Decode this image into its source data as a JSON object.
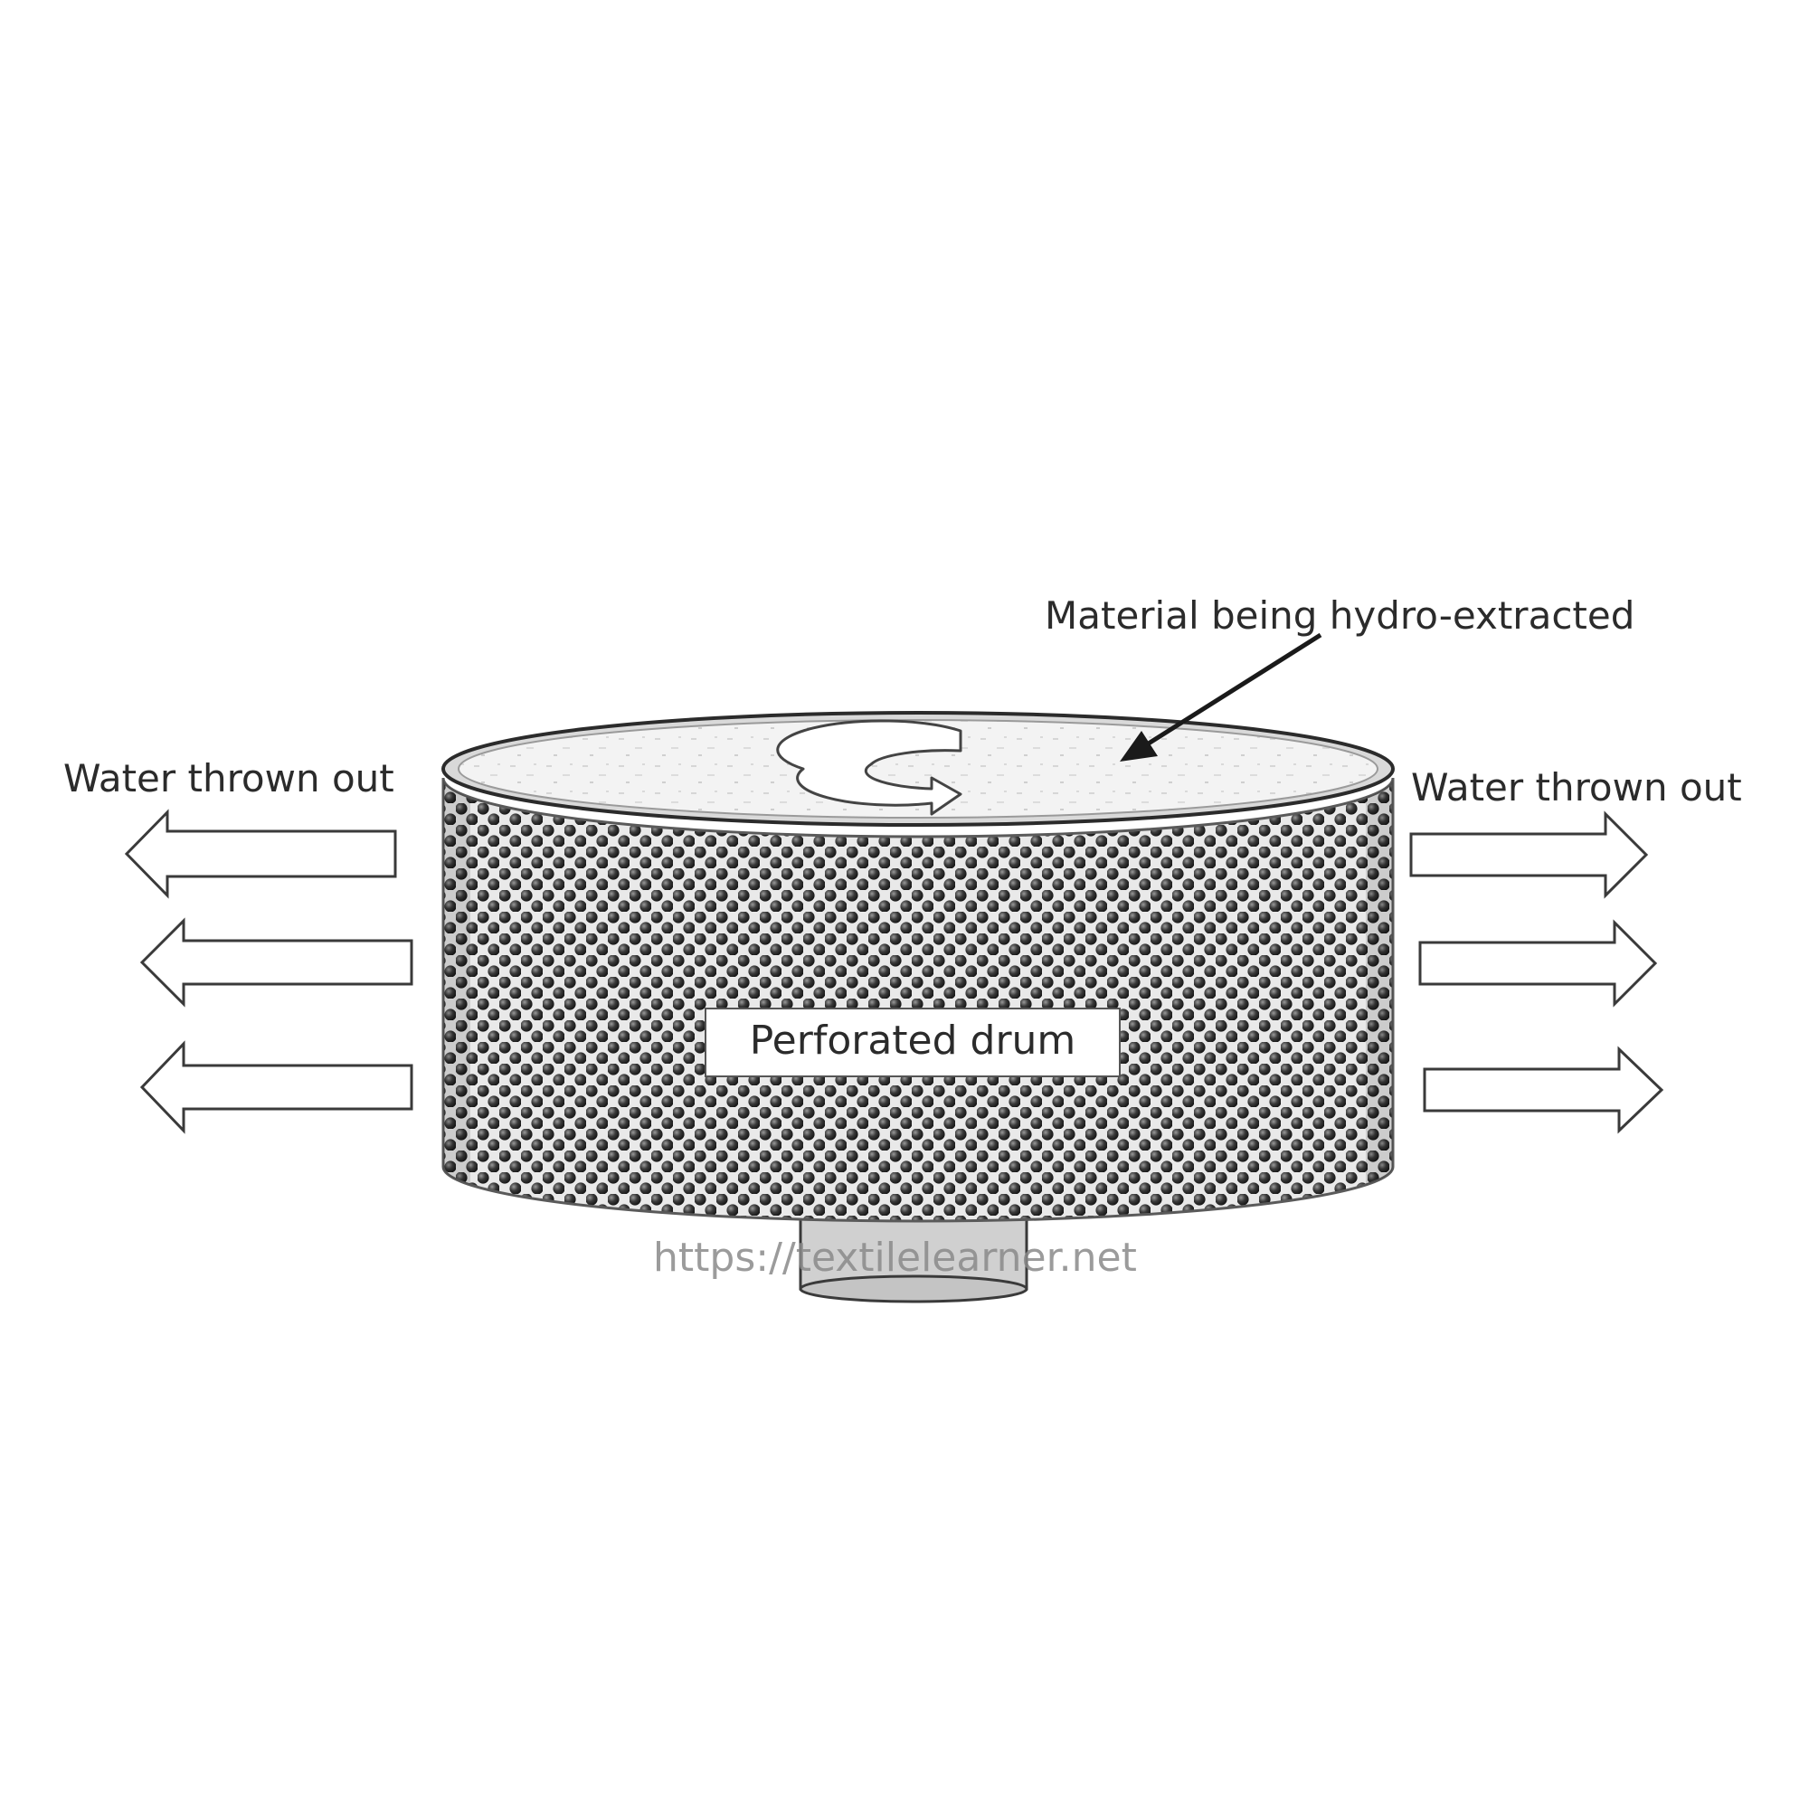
{
  "labels": {
    "material": "Material being hydro-extracted",
    "water_left": "Water thrown out",
    "water_right": "Water thrown out",
    "drum": "Perforated drum",
    "watermark": "https://textilelearner.net"
  },
  "colors": {
    "drum_dark": "#222222",
    "drum_light": "#e8e8e8",
    "material": "#f1f1f1",
    "shaft": "#cfcfcf",
    "line": "#2b2b2b"
  },
  "icons": {
    "rotation": "rotation-arrow-icon",
    "outflow": "outflow-arrow-icon"
  }
}
